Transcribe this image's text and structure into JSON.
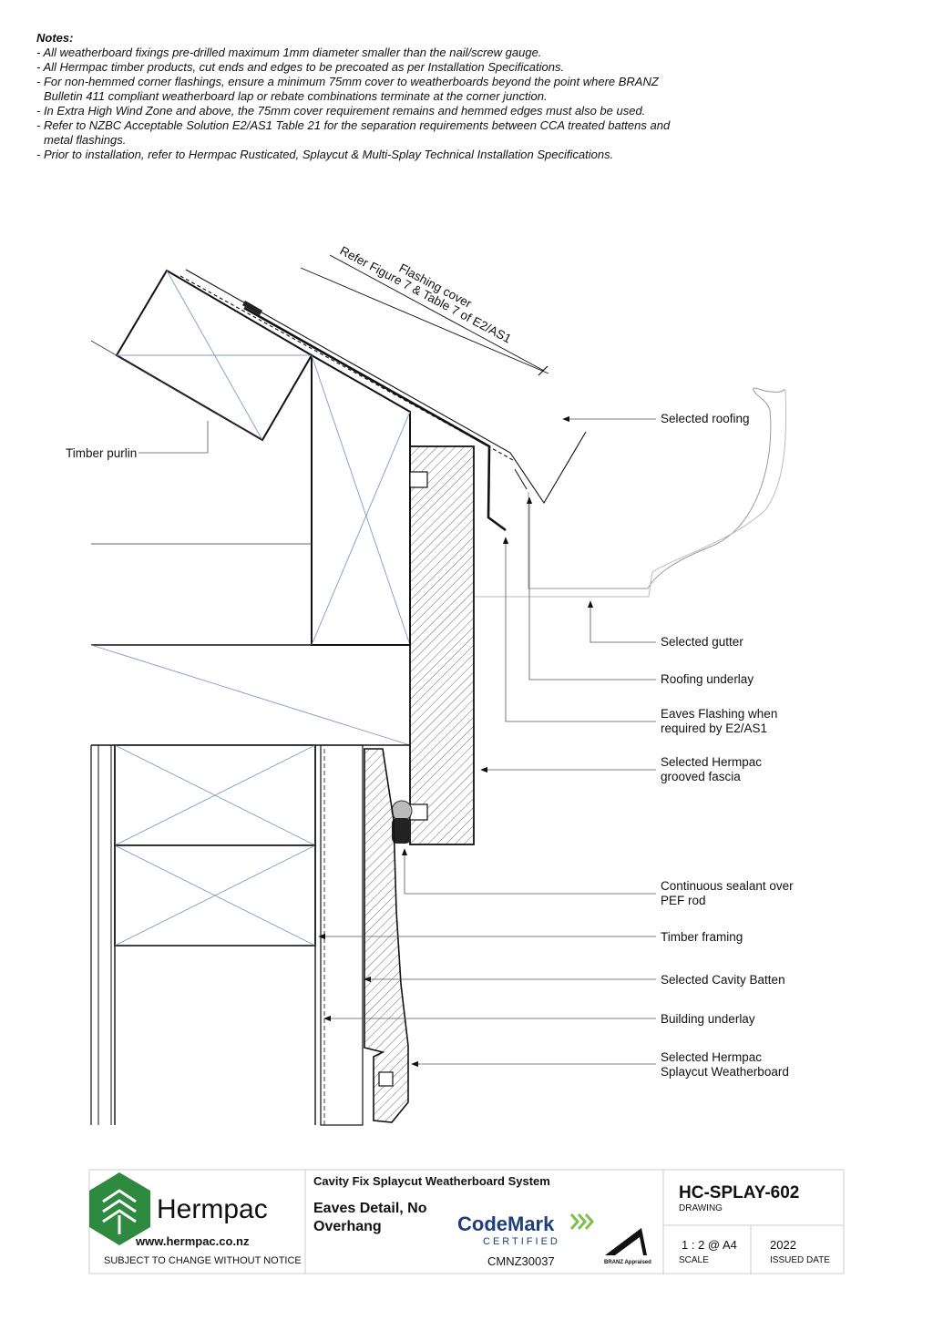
{
  "notes": {
    "title": "Notes:",
    "items": [
      "- All weatherboard fixings pre-drilled maximum 1mm diameter smaller than the nail/screw gauge.",
      "- All Hermpac timber products, cut ends and edges to be precoated as per Installation Specifications.",
      "- For non-hemmed corner flashings, ensure a minimum 75mm cover to weatherboards beyond the point where BRANZ Bulletin 411 compliant weatherboard lap or rebate combinations terminate at the corner junction.",
      "- In Extra High Wind Zone and above, the 75mm cover requirement remains and hemmed edges must also be used.",
      "- Refer to NZBC Acceptable Solution E2/AS1 Table 21 for the separation requirements between CCA treated battens and metal flashings.",
      "- Prior to installation, refer to Hermpac Rusticated, Splaycut & Multi-Splay Technical Installation Specifications."
    ]
  },
  "dimension": {
    "line1": "Flashing cover",
    "line2": "Refer Figure 7 & Table 7 of E2/AS1"
  },
  "labels": {
    "timber_purlin": "Timber purlin",
    "selected_roofing": "Selected roofing",
    "selected_gutter": "Selected gutter",
    "roofing_underlay": "Roofing underlay",
    "eaves_flashing_1": "Eaves Flashing when",
    "eaves_flashing_2": "required by E2/AS1",
    "fascia_1": "Selected Hermpac",
    "fascia_2": "grooved fascia",
    "sealant_1": "Continuous sealant over",
    "sealant_2": "PEF rod",
    "timber_framing": "Timber framing",
    "cavity_batten": "Selected Cavity Batten",
    "building_underlay": "Building underlay",
    "weatherboard_1": "Selected Hermpac",
    "weatherboard_2": "Splaycut Weatherboard"
  },
  "title_block": {
    "brand": "Hermpac",
    "website": "www.hermpac.co.nz",
    "disclaimer": "SUBJECT TO CHANGE WITHOUT NOTICE",
    "system": "Cavity Fix Splaycut Weatherboard System",
    "detail_1": "Eaves Detail, No",
    "detail_2": "Overhang",
    "codemark": "CodeMark",
    "certified": "CERTIFIED",
    "cert_number": "CMNZ30037",
    "branz": "BRANZ Appraised",
    "drawing_number": "HC-SPLAY-602",
    "drawing_label": "DRAWING",
    "scale": "1 : 2 @ A4",
    "scale_label": "SCALE",
    "issued": "2022",
    "issued_label": "ISSUED DATE"
  },
  "colors": {
    "brand_green": "#2e8a3e",
    "codemark_blue": "#1f3f7a",
    "codemark_green": "#7cc04a",
    "framing_blue": "#6f93c6"
  }
}
